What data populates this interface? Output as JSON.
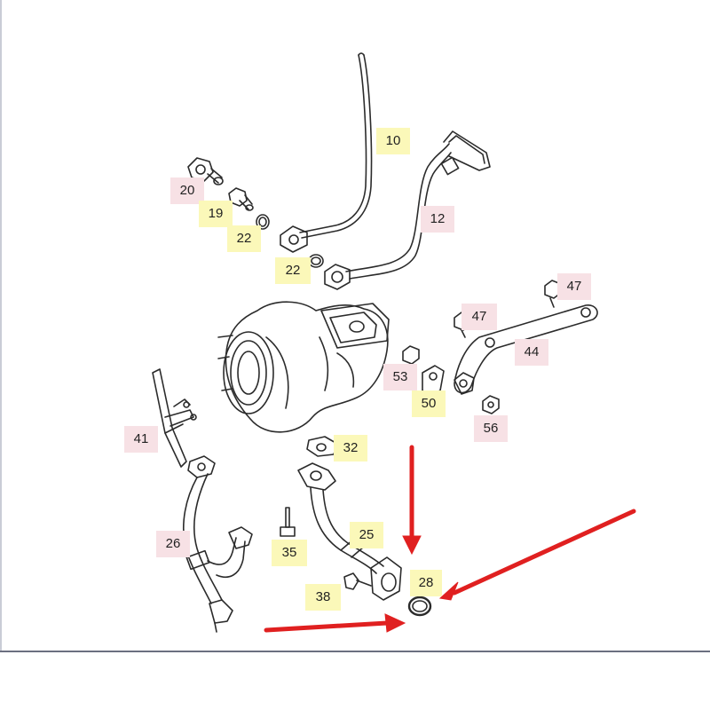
{
  "callouts": [
    {
      "id": "c10",
      "label": "10",
      "color": "yellow"
    },
    {
      "id": "c20",
      "label": "20",
      "color": "pink"
    },
    {
      "id": "c19",
      "label": "19",
      "color": "yellow"
    },
    {
      "id": "c22a",
      "label": "22",
      "color": "yellow"
    },
    {
      "id": "c22b",
      "label": "22",
      "color": "yellow"
    },
    {
      "id": "c12",
      "label": "12",
      "color": "pink"
    },
    {
      "id": "c47a",
      "label": "47",
      "color": "pink"
    },
    {
      "id": "c47b",
      "label": "47",
      "color": "pink"
    },
    {
      "id": "c44",
      "label": "44",
      "color": "pink"
    },
    {
      "id": "c53",
      "label": "53",
      "color": "pink"
    },
    {
      "id": "c50",
      "label": "50",
      "color": "yellow"
    },
    {
      "id": "c56",
      "label": "56",
      "color": "pink"
    },
    {
      "id": "c41",
      "label": "41",
      "color": "pink"
    },
    {
      "id": "c32",
      "label": "32",
      "color": "yellow"
    },
    {
      "id": "c26",
      "label": "26",
      "color": "pink"
    },
    {
      "id": "c35",
      "label": "35",
      "color": "yellow"
    },
    {
      "id": "c25",
      "label": "25",
      "color": "yellow"
    },
    {
      "id": "c28",
      "label": "28",
      "color": "yellow"
    },
    {
      "id": "c38",
      "label": "38",
      "color": "yellow"
    }
  ],
  "colors": {
    "line": "#2b2b2b",
    "arrow": "#e02020",
    "pink": "#f7e1e5",
    "yellow": "#fbf8b9"
  }
}
